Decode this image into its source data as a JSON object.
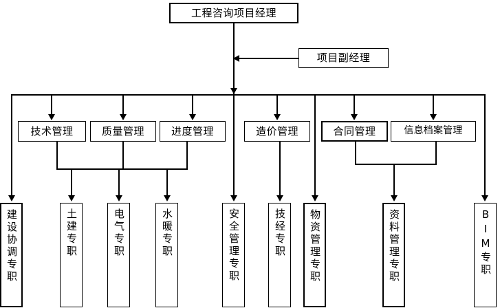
{
  "diagram": {
    "title_node": {
      "label": "工程咨询项目经理"
    },
    "deputy_node": {
      "label": "项目副经理"
    },
    "management_row": [
      {
        "label": "技术管理"
      },
      {
        "label": "质量管理"
      },
      {
        "label": "进度管理"
      },
      {
        "label": "造价管理"
      },
      {
        "label": "合同管理"
      },
      {
        "label": "信息档案管理"
      }
    ],
    "staff_row": [
      {
        "label": "建设协调专职"
      },
      {
        "label": "土建专职"
      },
      {
        "label": "电气专职"
      },
      {
        "label": "水暖专职"
      },
      {
        "label": "安全管理专职"
      },
      {
        "label": "技经专职"
      },
      {
        "label": "物资管理专职"
      },
      {
        "label": "资料管理专职"
      },
      {
        "label": "BIM专职"
      }
    ],
    "colors": {
      "line": "#000000",
      "box_fill": "#ffffff",
      "text": "#000000"
    }
  }
}
